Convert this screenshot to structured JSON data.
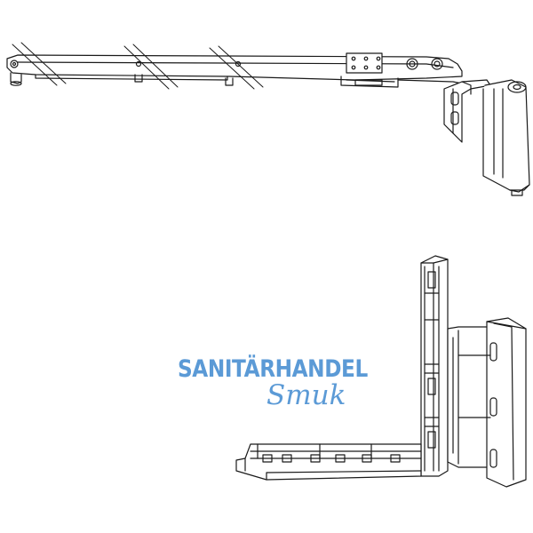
{
  "image": {
    "subject": "window hinge hardware line drawing",
    "stroke_color": "#1a1a1a",
    "background_color": "#ffffff"
  },
  "watermark": {
    "line1": "SANITÄRHANDEL",
    "line2": "Smuk",
    "color": "#5b9ad6"
  }
}
